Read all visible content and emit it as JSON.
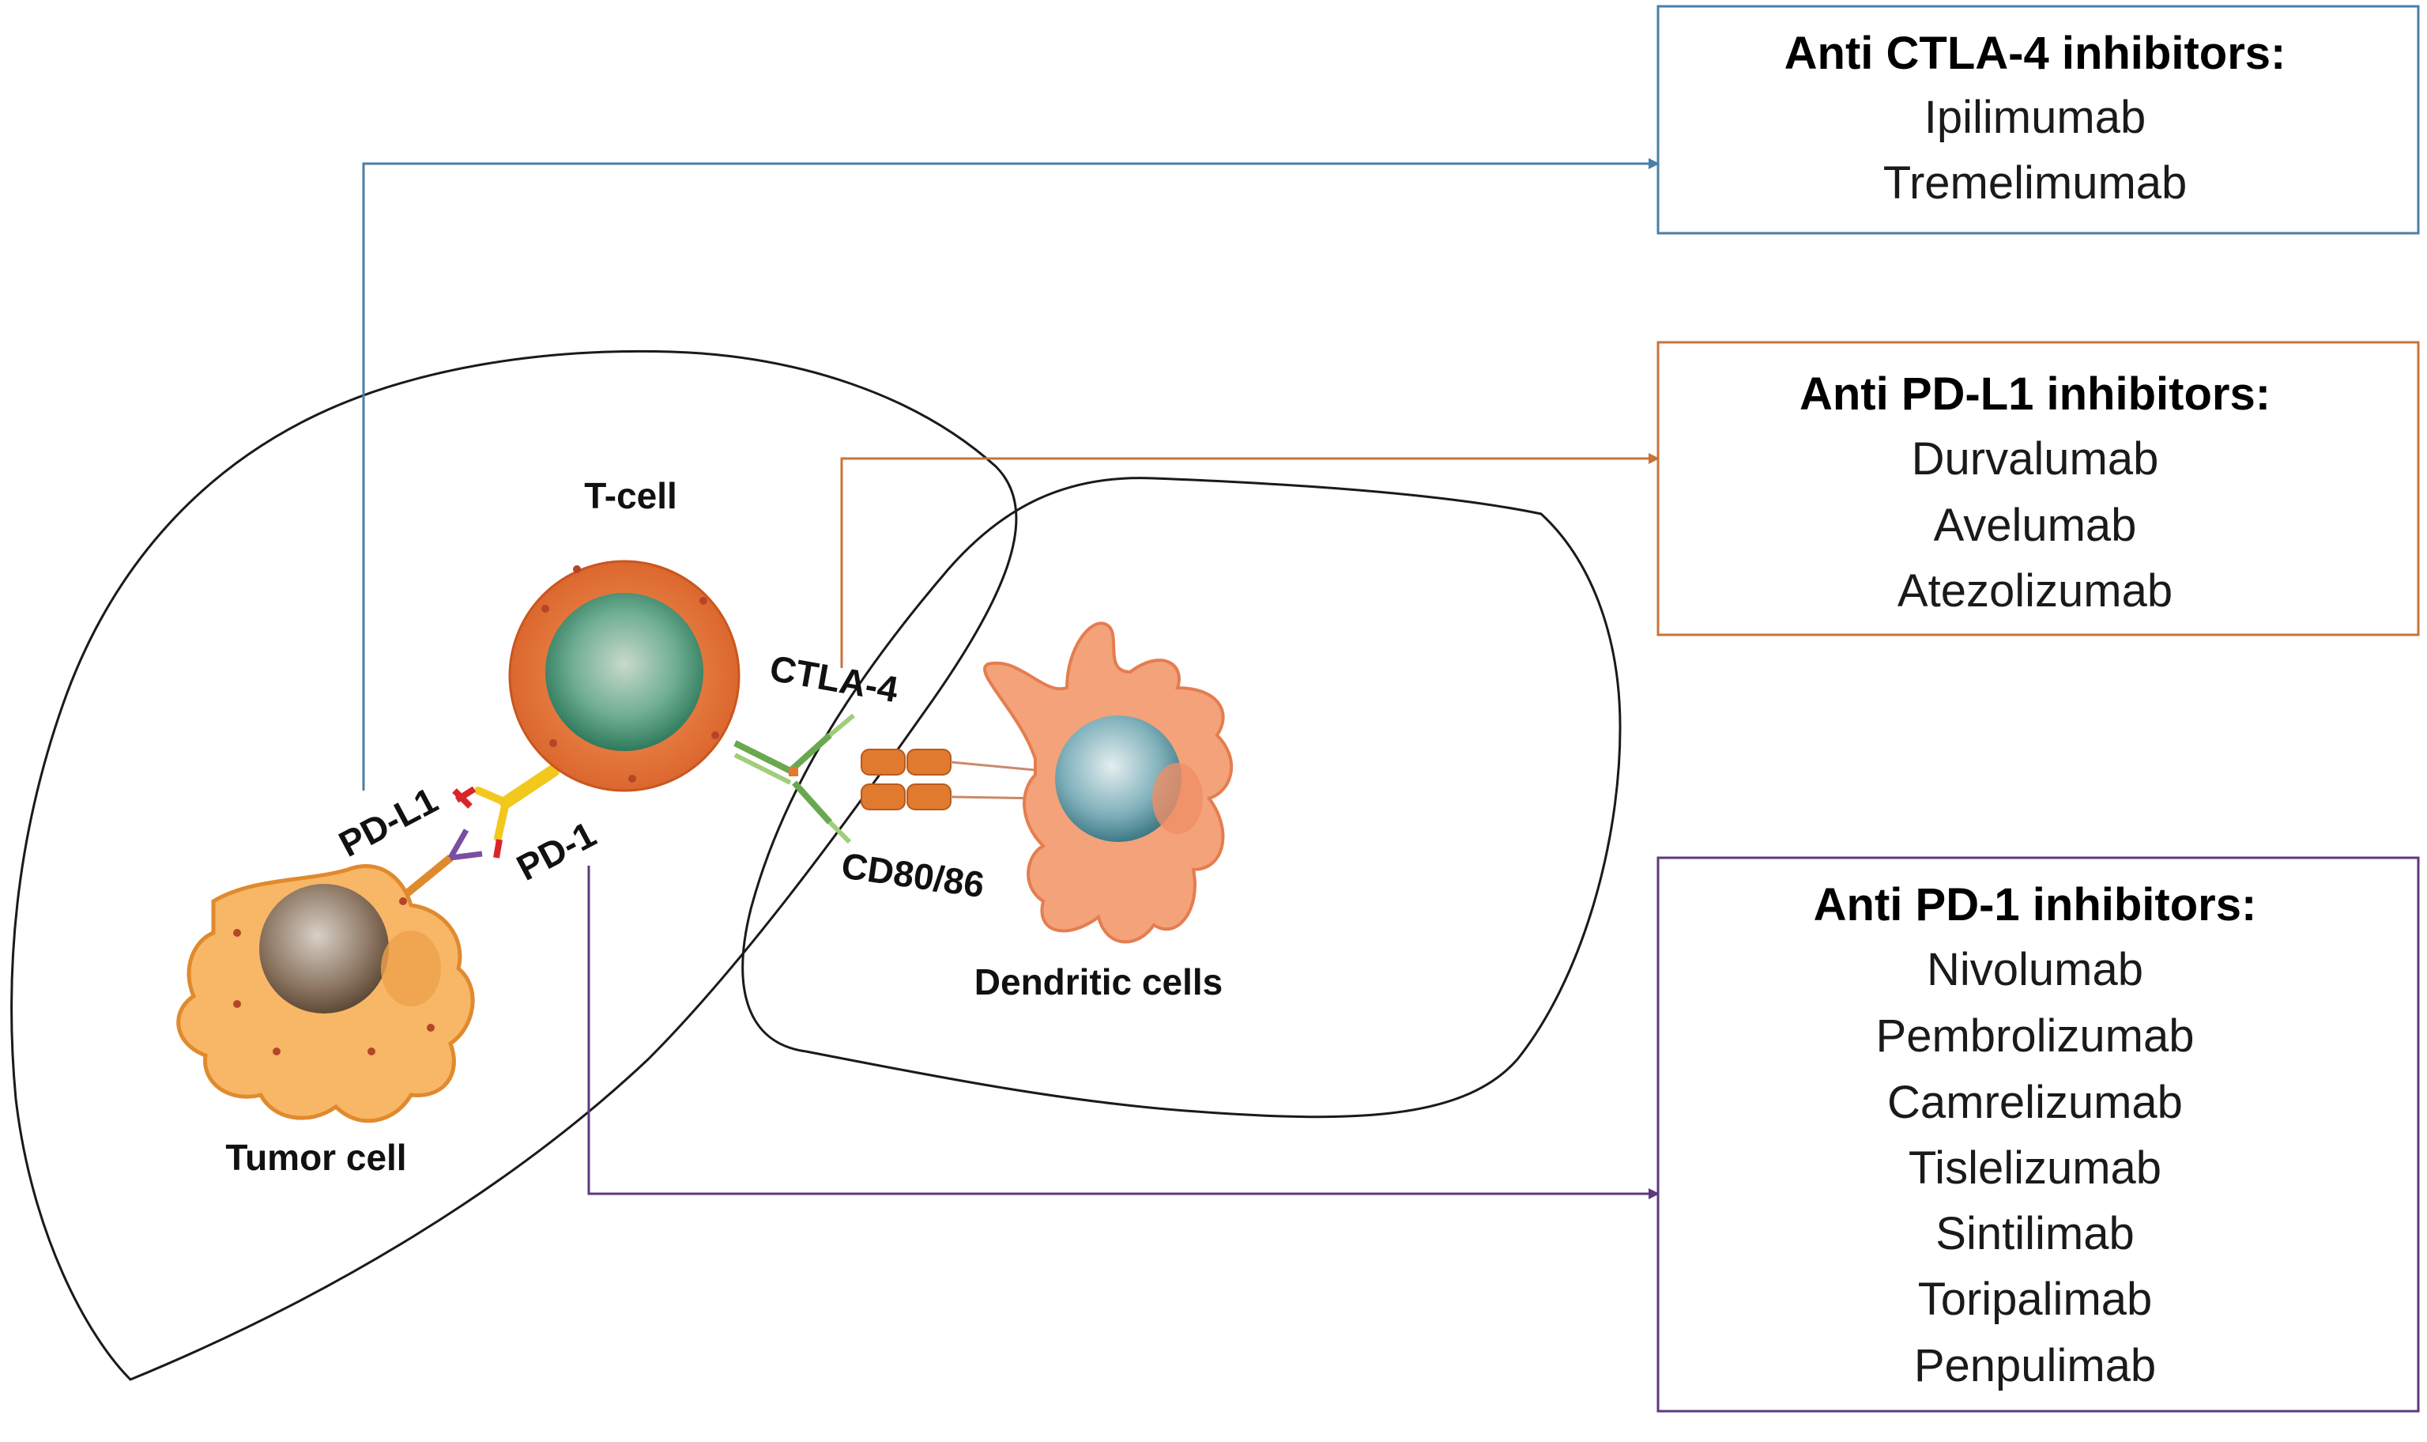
{
  "labels": {
    "t_cell": "T-cell",
    "ctla4": "CTLA-4",
    "pdl1": "PD-L1",
    "pd1": "PD-1",
    "cd80_86": "CD80/86",
    "dendritic": "Dendritic cells",
    "tumor": "Tumor cell"
  },
  "boxes": {
    "ctla4": {
      "title": "Anti CTLA-4 inhibitors:",
      "items": [
        "Ipilimumab",
        "Tremelimumab"
      ],
      "color": "#4a7fa6"
    },
    "pdl1": {
      "title": "Anti PD-L1 inhibitors:",
      "items": [
        "Durvalumab",
        "Avelumab",
        "Atezolizumab"
      ],
      "color": "#c9733a"
    },
    "pd1": {
      "title": "Anti PD-1 inhibitors:",
      "items": [
        "Nivolumab",
        "Pembrolizumab",
        "Camrelizumab",
        "Tislelizumab",
        "Sintilimab",
        "Toripalimab",
        "Penpulimab"
      ],
      "color": "#5b3a7e"
    }
  },
  "colors": {
    "tumor_body": "#f7b766",
    "tumor_nucleus": "#8a7460",
    "t_cell_body": "#e8753b",
    "t_cell_nucleus": "#4f9a7d",
    "dendritic_body": "#f4a27a",
    "dendritic_nucleus": "#5f9aa6",
    "receptor_green": "#6aa84f",
    "cd80_orange": "#e07a2e",
    "pd1_yellow": "#f2c81d"
  }
}
